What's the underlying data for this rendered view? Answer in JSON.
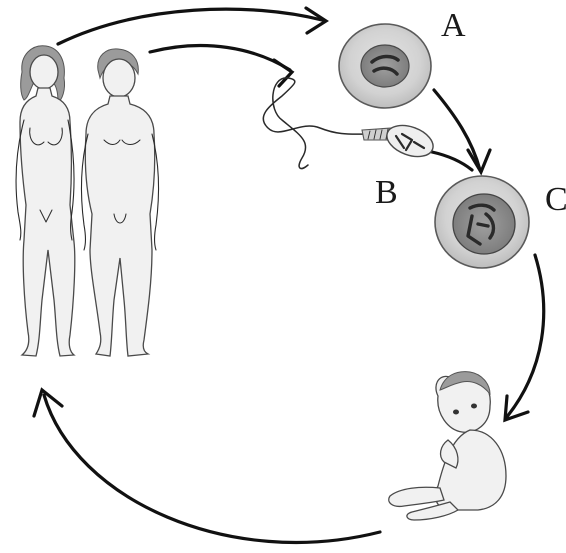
{
  "labels": {
    "a": "A",
    "b": "B",
    "c": "C"
  },
  "colors": {
    "ink": "#111111",
    "cell_fill": "#d6d6d6",
    "nucleus_fill": "#8c8c8c",
    "background": "#ffffff"
  }
}
